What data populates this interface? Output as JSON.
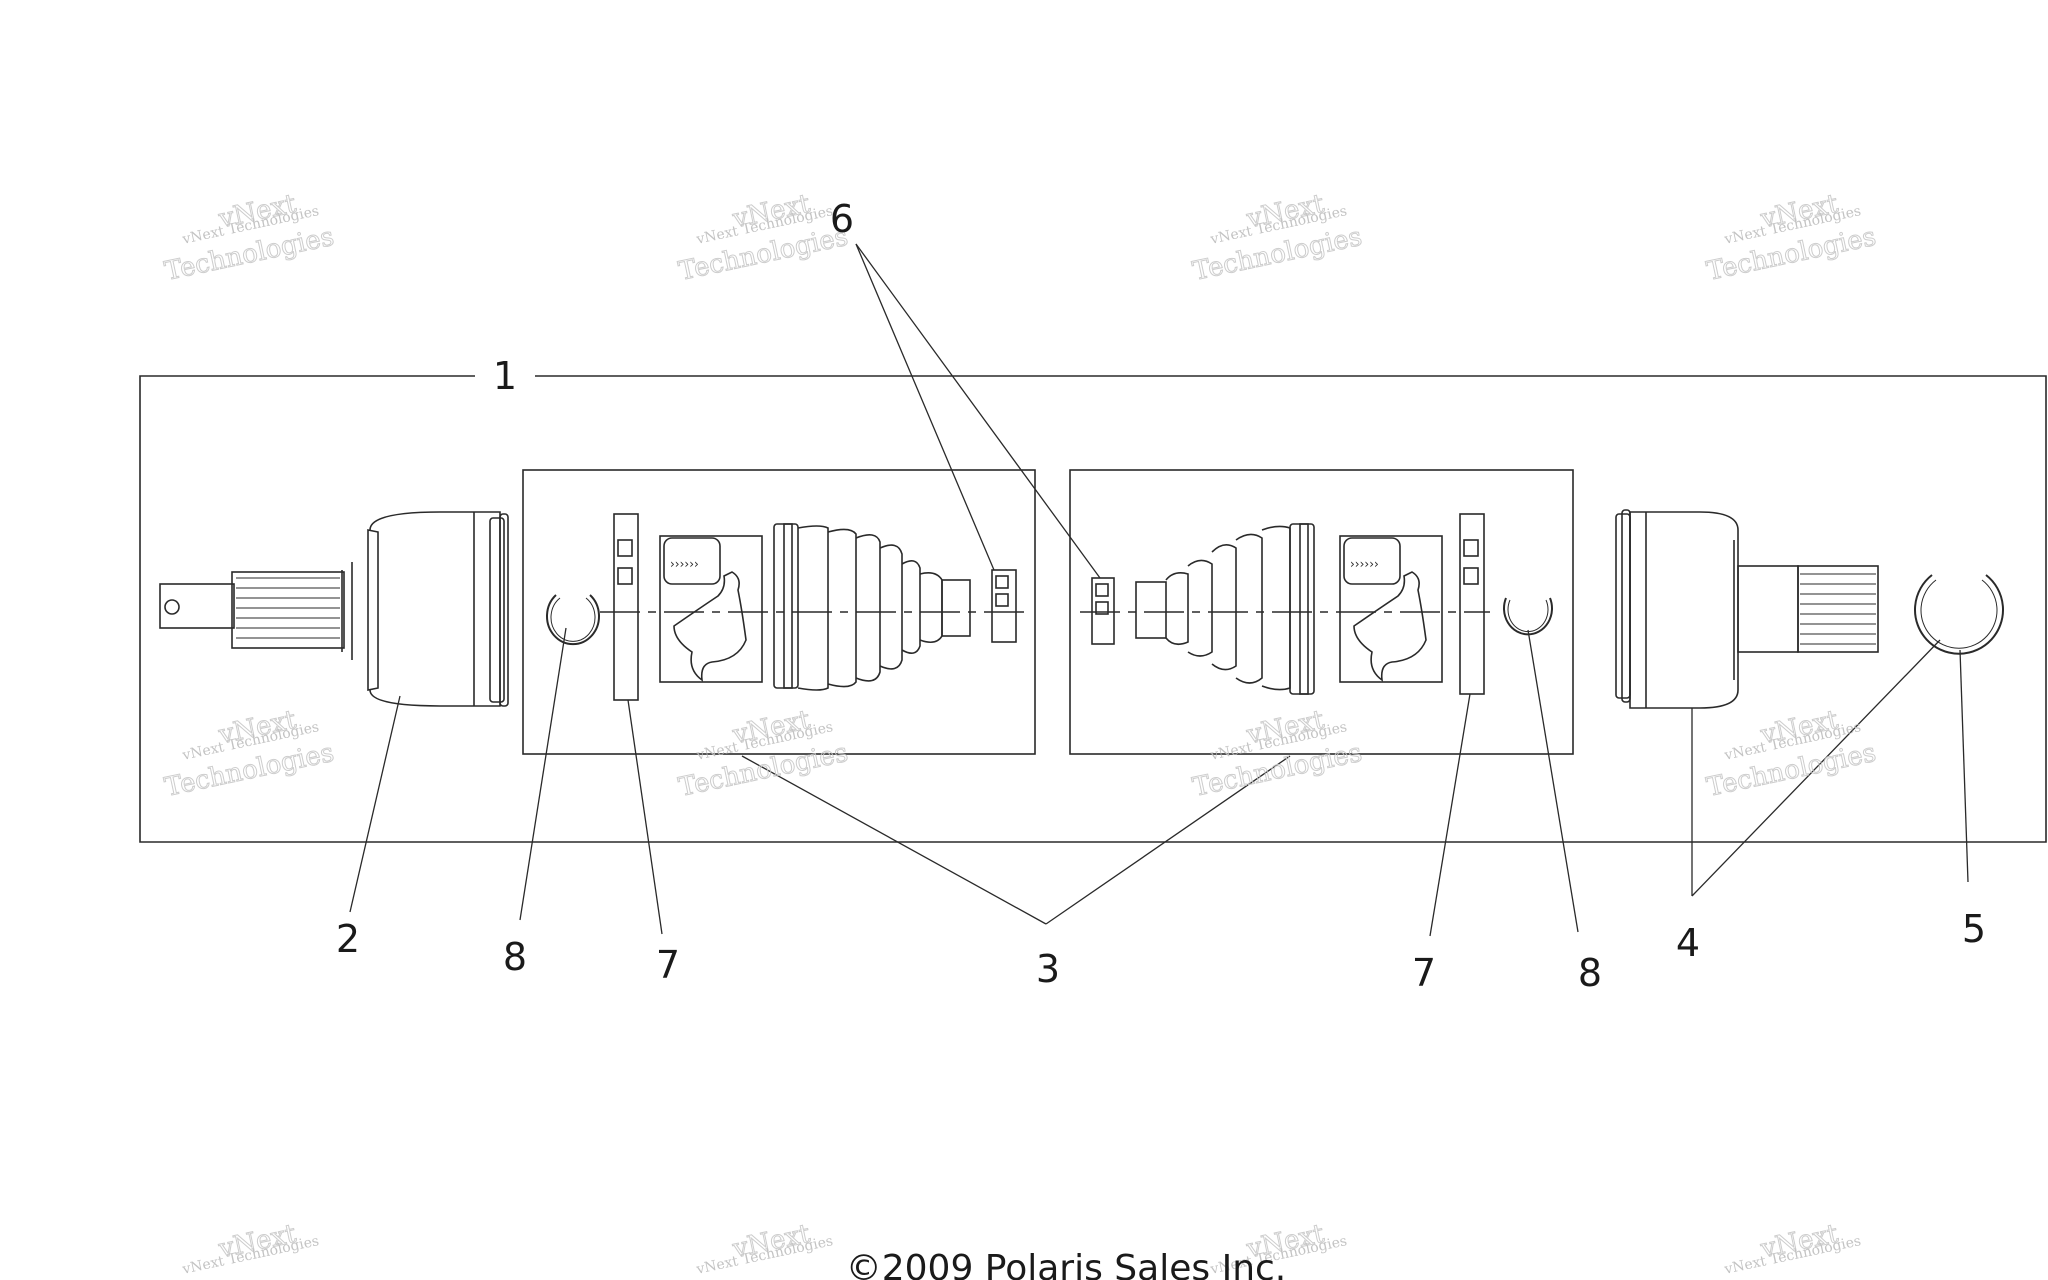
{
  "diagram": {
    "callouts": {
      "c1": "1",
      "c2": "2",
      "c3": "3",
      "c4": "4",
      "c5": "5",
      "c6": "6",
      "c7a": "7",
      "c7b": "7",
      "c8a": "8",
      "c8b": "8"
    },
    "copyright": "©2009 Polaris Sales Inc.",
    "watermark": {
      "small": "vNext Technologies",
      "line1": "vNext",
      "line2": "Technologies"
    },
    "colors": {
      "line": "#2a2a2a",
      "watermark": "#c0c0c0",
      "background": "#ffffff"
    }
  }
}
